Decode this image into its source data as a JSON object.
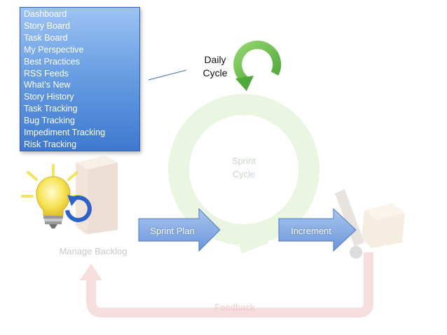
{
  "menu": {
    "items": [
      "Dashboard",
      "Story Board",
      "Task Board",
      "My Perspective",
      "Best Practices",
      "RSS Feeds",
      "What’s New",
      "Story History",
      "Task Tracking",
      "Bug Tracking",
      "Impediment Tracking",
      "Risk Tracking"
    ]
  },
  "diagram": {
    "daily_cycle": {
      "line1": "Daily",
      "line2": "Cycle"
    },
    "sprint_cycle": {
      "line1": "Sprint",
      "line2": "Cycle"
    },
    "sprint_plan_label": "Sprint Plan",
    "increment_label": "Increment",
    "manage_backlog_label": "Manage Backlog",
    "feedback_label": "Feedback"
  },
  "colors": {
    "menu_top": "#9dc3f4",
    "menu_bottom": "#3f78cf",
    "daily_cycle_green": "#6cc24a",
    "sprint_cycle_green": "#e8f3de",
    "process_arrow_blue": "#7ea6e0",
    "feedback_red": "#f3d6d6",
    "bulb_yellow": "#f4e04d",
    "refresh_blue": "#2d62c8"
  },
  "icons": {
    "daily_cycle": "circular-arrow-icon",
    "backlog": "lightbulb-refresh-icon",
    "boxes": "cardboard-boxes-icon",
    "hand_truck": "hand-truck-icon"
  }
}
